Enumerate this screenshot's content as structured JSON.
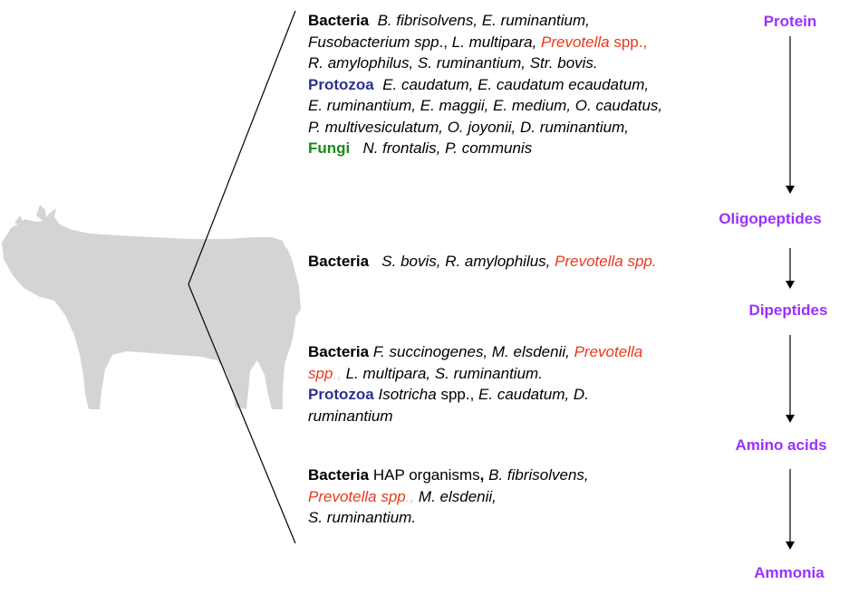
{
  "colors": {
    "stage": "#9b30ff",
    "bacteria": "#000000",
    "protozoa": "#2e3192",
    "fungi": "#1a8a1a",
    "highlight": "#e8381e",
    "cow": "#d4d4d4"
  },
  "icons": [
    "cow-silhouette",
    "bracket-lines",
    "down-arrow"
  ],
  "stages": [
    "Protein",
    "Oligopeptides",
    "Dipeptides",
    "Amino acids",
    "Ammonia"
  ],
  "taxa": {
    "bacteria": "Bacteria",
    "protozoa": "Protozoa",
    "fungi": "Fungi"
  },
  "group1": {
    "bacteria_l1": "B. fibrisolvens, E. ruminantium,",
    "bacteria_l2a": "Fusobacterium spp",
    "bacteria_l2b": "., ",
    "bacteria_l2c": "L. multipara, ",
    "bacteria_l2_red": "Prevotella",
    "bacteria_l2_spp": " spp.,",
    "bacteria_l3": "R. amylophilus, S. ruminantium, Str. bovis.",
    "protozoa_l1": "E. caudatum, E. caudatum ecaudatum,",
    "protozoa_l2": "E. ruminantium, E. maggii, E. medium, O. caudatus,",
    "protozoa_l3": "P. multivesiculatum, O. joyonii, D. ruminantium,",
    "fungi_l1": "N. frontalis, P. communis"
  },
  "group2": {
    "bacteria_a": "S. bovis, R. amylophilus, ",
    "bacteria_red": "Prevotella spp."
  },
  "group3": {
    "bacteria_l1a": "F. succinogenes, M. elsdenii, ",
    "bacteria_l1_red": "Prevotella",
    "bacteria_l2_red": "spp",
    "bacteria_l2_pale": ".,",
    "bacteria_l2b": " L. multipara, S. ruminantium.",
    "protozoa_l1a": "Isotricha",
    "protozoa_l1b": " spp., ",
    "protozoa_l1c": "E. caudatum, D.",
    "protozoa_l2": "ruminantium"
  },
  "group4": {
    "bacteria_l1a": " HAP organisms",
    "bacteria_l1b": ", ",
    "bacteria_l1c": "B. fibrisolvens,",
    "bacteria_l2_red": "Prevotella spp",
    "bacteria_l2_pale": "., ",
    "bacteria_l2b": "M. elsdenii,",
    "bacteria_l3": "S. ruminantium."
  }
}
